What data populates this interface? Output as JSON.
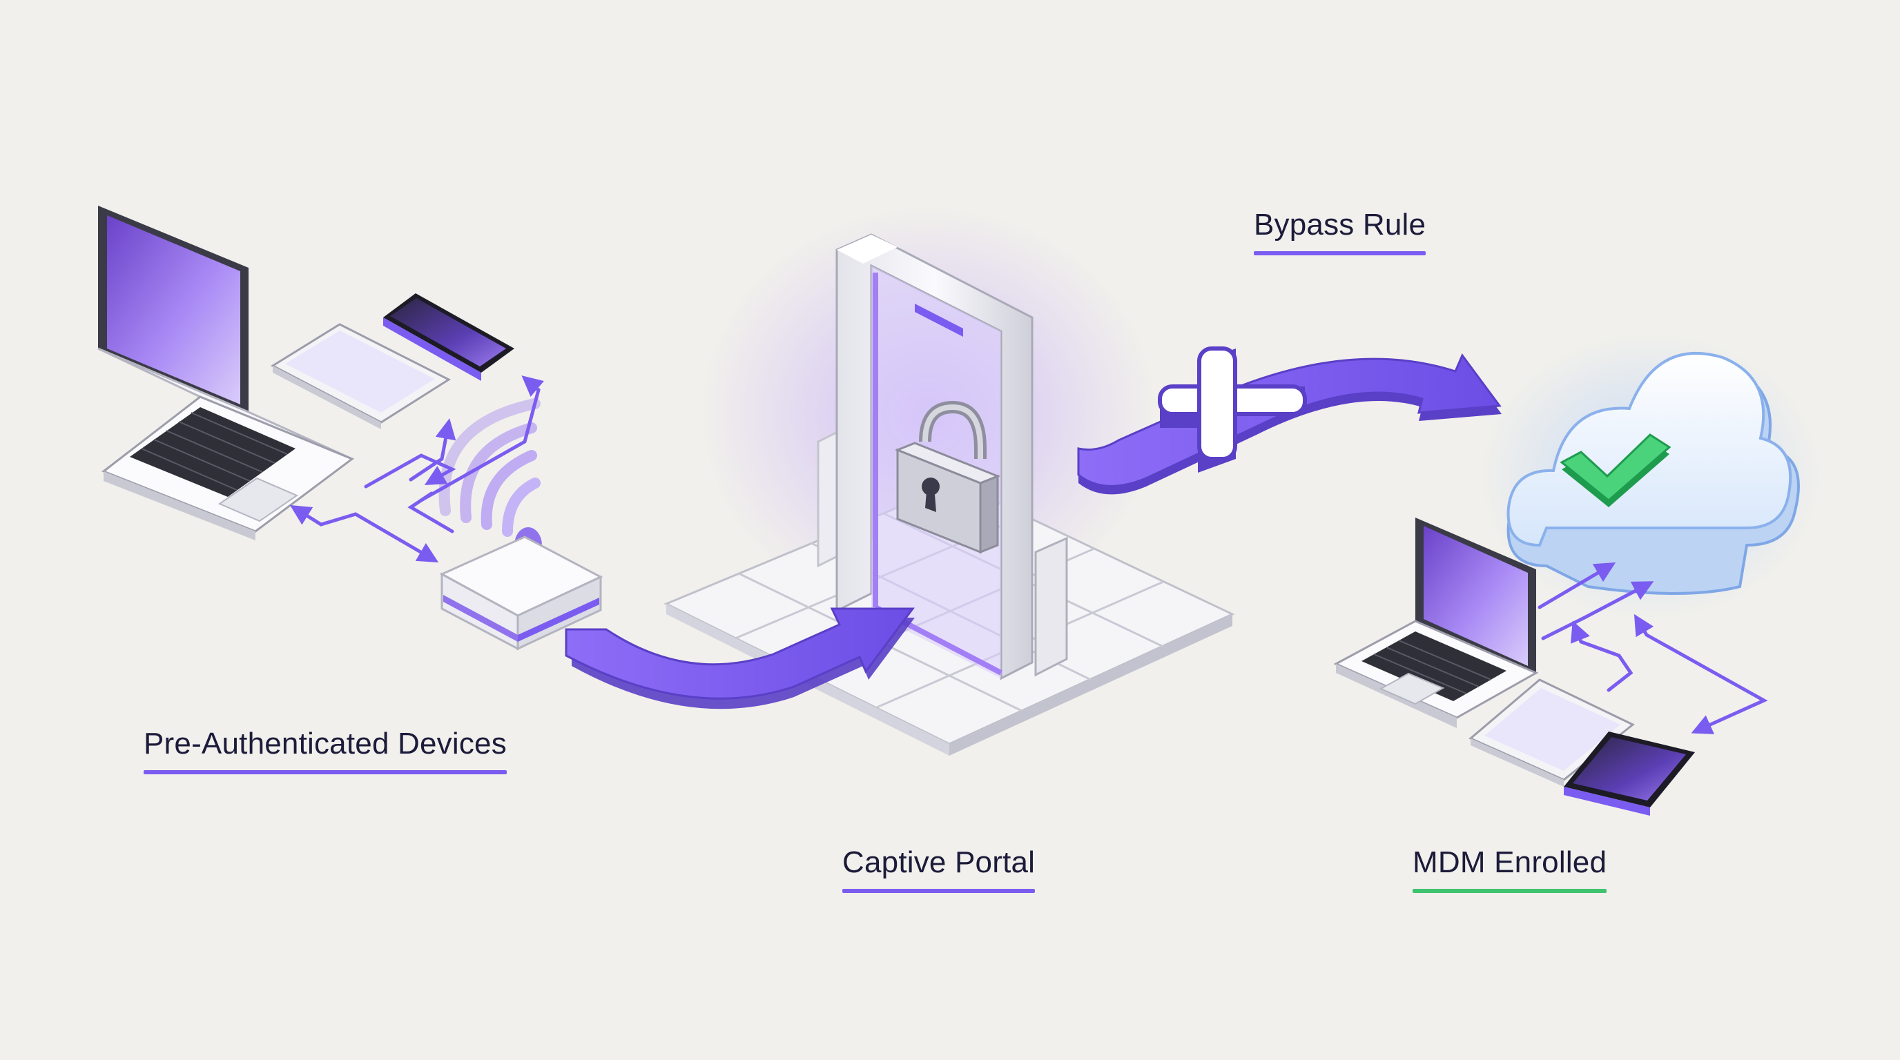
{
  "labels": {
    "pre_authenticated": "Pre-Authenticated Devices",
    "captive_portal": "Captive Portal",
    "bypass_rule": "Bypass Rule",
    "mdm_enrolled": "MDM Enrolled"
  },
  "colors": {
    "background": "#f1f0ec",
    "accent_purple": "#7b5cf0",
    "accent_green": "#3fc36f",
    "text": "#1c1b3a"
  }
}
